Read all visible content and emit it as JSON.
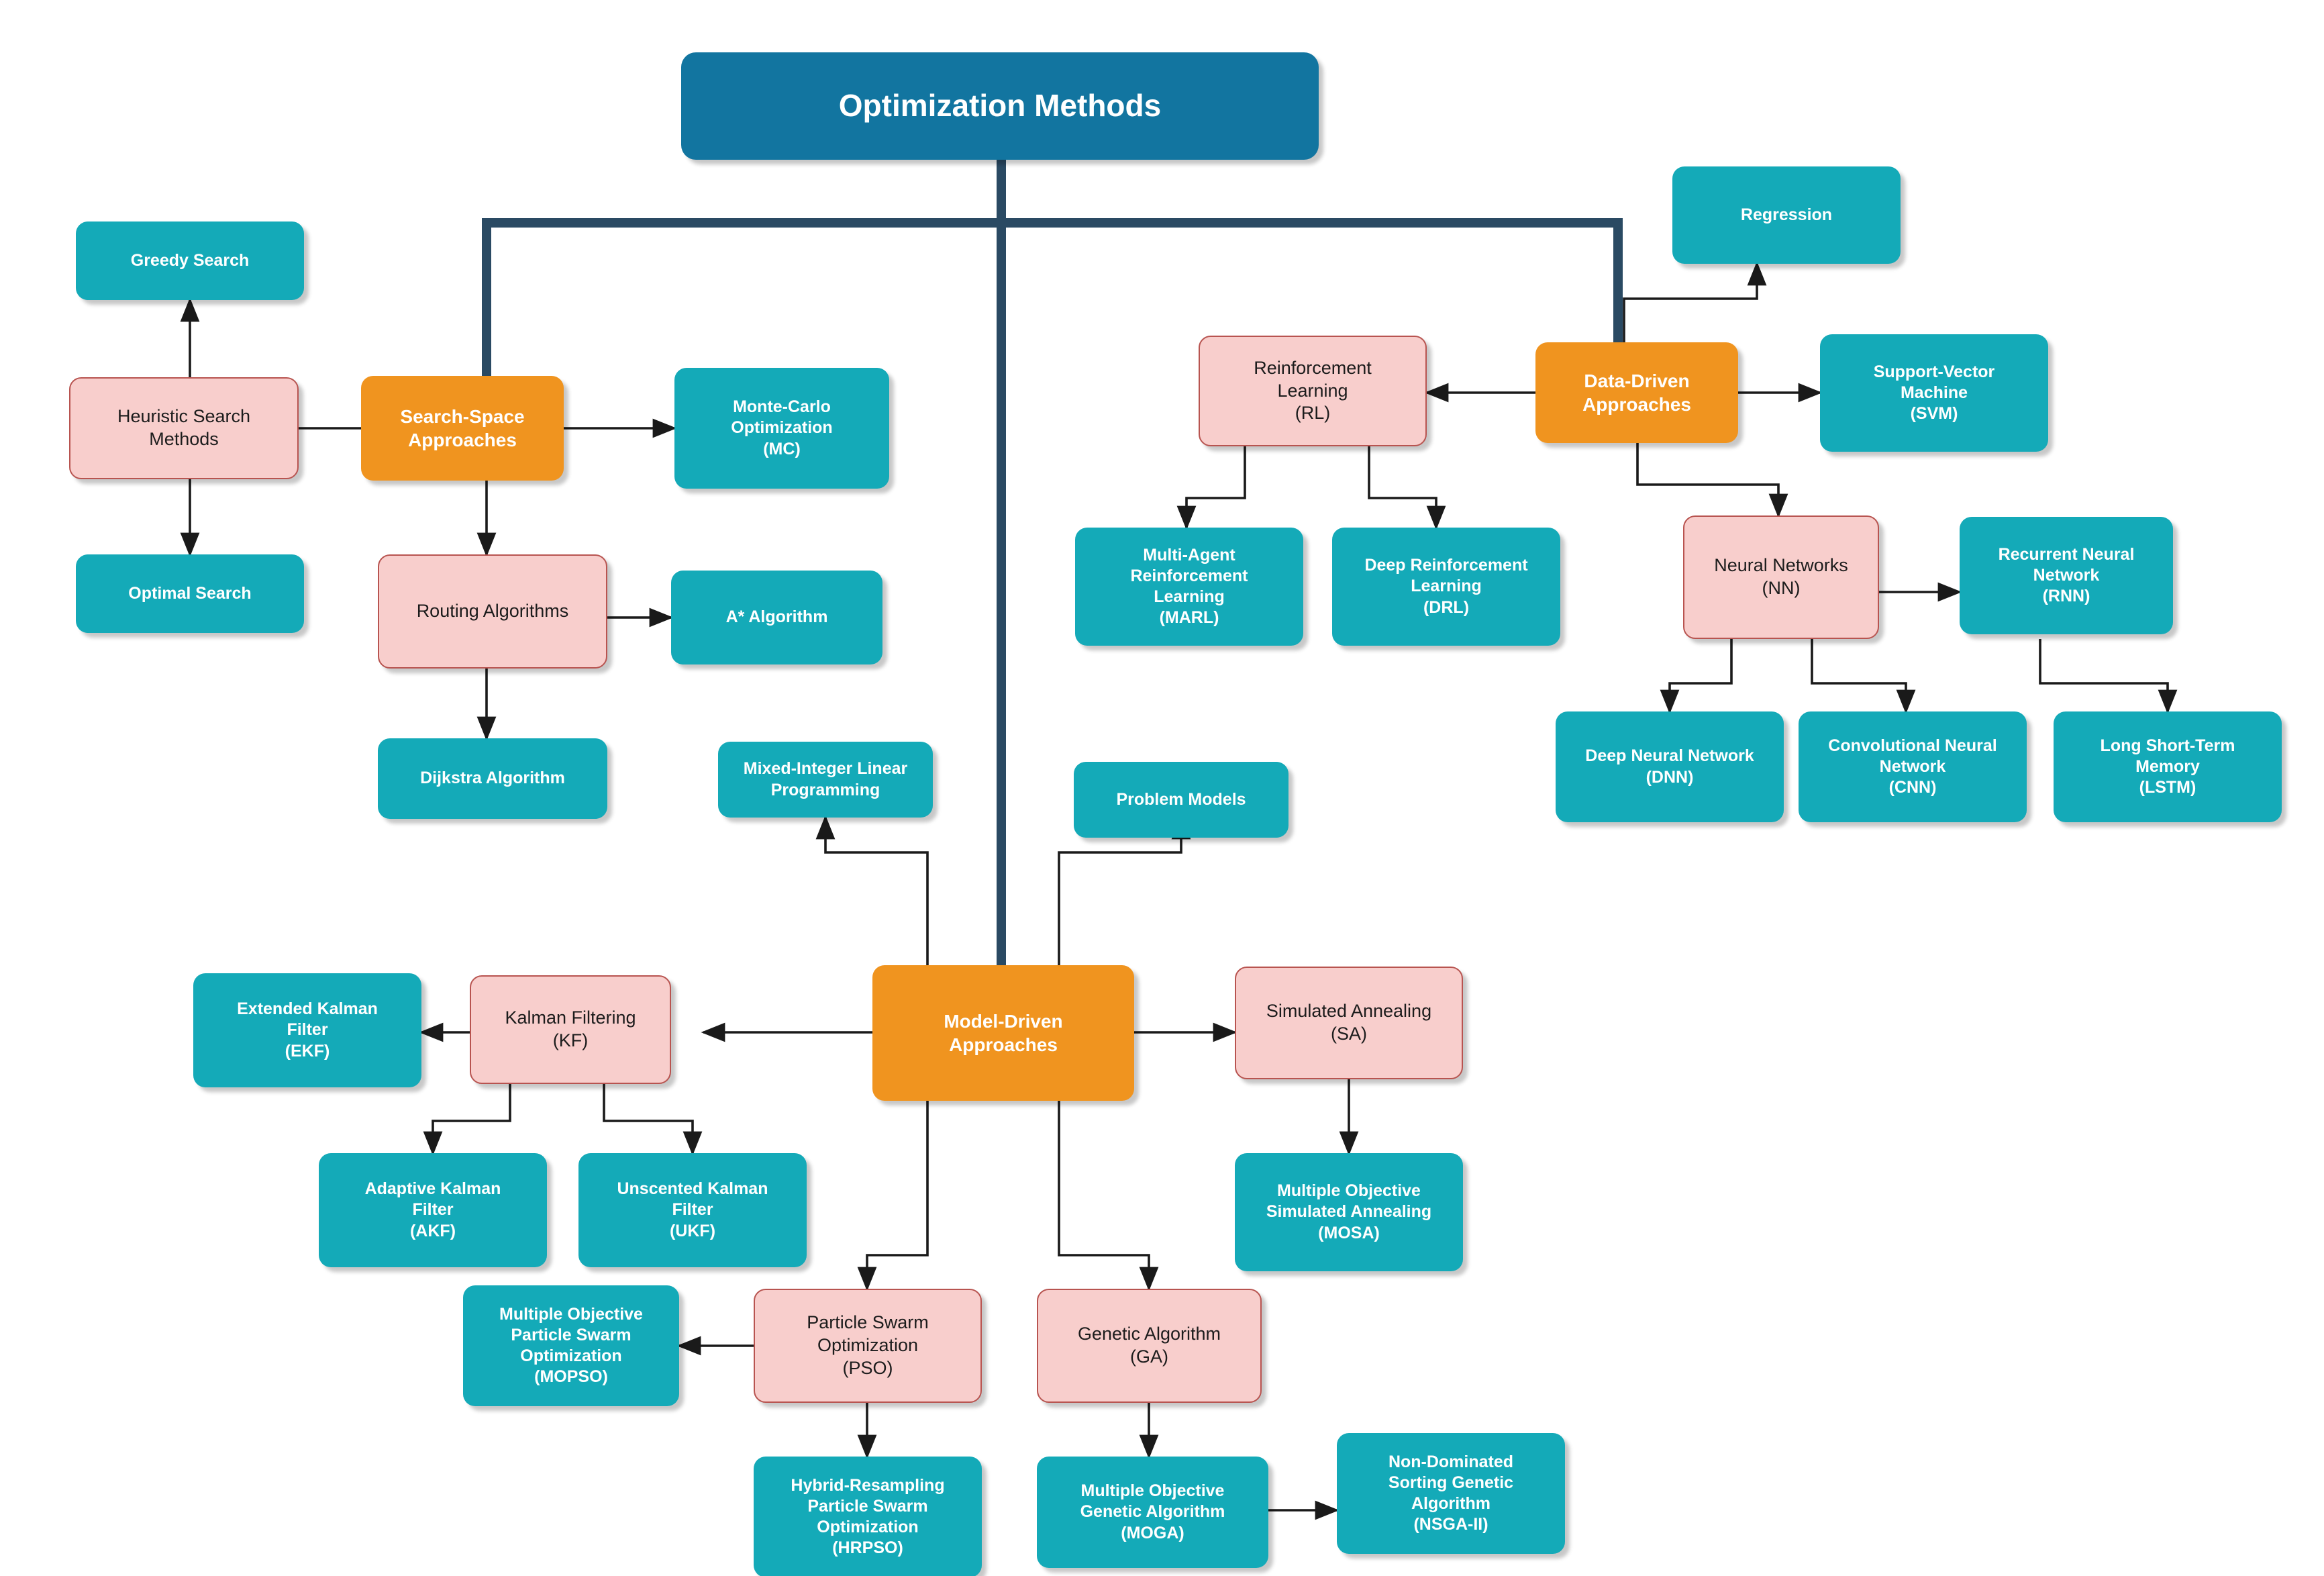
{
  "diagram": {
    "title": "Optimization Methods",
    "colors": {
      "root": "#1275A0",
      "category": "#F0941F",
      "intermediate_fill": "#F8CECC",
      "intermediate_border": "#B85450",
      "leaf": "#14AAB8",
      "trunk": "#2A4A63",
      "edge": "#1a1a1a",
      "background": "#FFFFFF"
    },
    "nodes": {
      "root": "Optimization Methods",
      "search_space": "Search-Space\nApproaches",
      "data_driven": "Data-Driven\nApproaches",
      "model_driven": "Model-Driven\nApproaches",
      "greedy_search": "Greedy Search",
      "heuristic_search": "Heuristic Search\nMethods",
      "optimal_search": "Optimal Search",
      "monte_carlo": "Monte-Carlo\nOptimization\n(MC)",
      "routing_algorithms": "Routing Algorithms",
      "a_star": "A* Algorithm",
      "dijkstra": "Dijkstra Algorithm",
      "reinforcement_learning": "Reinforcement\nLearning\n(RL)",
      "marl": "Multi-Agent\nReinforcement\nLearning\n(MARL)",
      "drl": "Deep Reinforcement\nLearning\n(DRL)",
      "regression": "Regression",
      "svm": "Support-Vector\nMachine\n(SVM)",
      "neural_networks": "Neural Networks\n(NN)",
      "rnn": "Recurrent Neural\nNetwork\n(RNN)",
      "dnn": "Deep Neural Network\n(DNN)",
      "cnn": "Convolutional Neural\nNetwork\n(CNN)",
      "lstm": "Long Short-Term\nMemory\n(LSTM)",
      "milp": "Mixed-Integer Linear\nProgramming",
      "problem_models": "Problem Models",
      "kalman_filtering": "Kalman Filtering\n(KF)",
      "ekf": "Extended Kalman\nFilter\n(EKF)",
      "akf": "Adaptive Kalman\nFilter\n(AKF)",
      "ukf": "Unscented Kalman\nFilter\n(UKF)",
      "simulated_annealing": "Simulated Annealing\n(SA)",
      "mosa": "Multiple Objective\nSimulated Annealing\n(MOSA)",
      "pso": "Particle Swarm\nOptimization\n(PSO)",
      "mopso": "Multiple Objective\nParticle Swarm\nOptimization\n(MOPSO)",
      "hrpso": "Hybrid-Resampling\nParticle Swarm\nOptimization\n(HRPSO)",
      "genetic_algorithm": "Genetic Algorithm\n(GA)",
      "moga": "Multiple Objective\nGenetic Algorithm\n(MOGA)",
      "nsga2": "Non-Dominated\nSorting Genetic\nAlgorithm\n(NSGA-II)"
    }
  }
}
